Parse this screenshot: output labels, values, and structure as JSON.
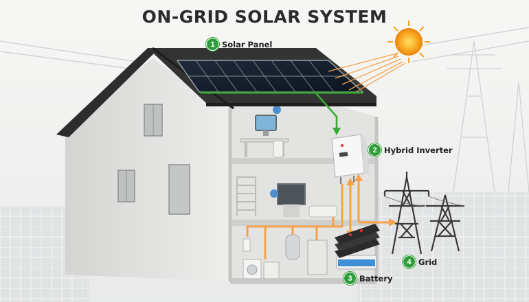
{
  "title": "ON-GRID SOLAR SYSTEM",
  "components": [
    {
      "number": "1",
      "label": "Solar Panel"
    },
    {
      "number": "2",
      "label": "Hybrid Inverter"
    },
    {
      "number": "3",
      "label": "Battery"
    },
    {
      "number": "4",
      "label": "Grid"
    }
  ],
  "colors": {
    "dc_line": "#3aaa35",
    "ac_line": "#f6a24a",
    "badge": "#2f9e3a",
    "roof": "#2d2d2d",
    "sun": "#f7a21b"
  },
  "icons": [
    "sun-icon",
    "transmission-tower-icon",
    "inverter-icon",
    "battery-icon",
    "house-icon"
  ]
}
